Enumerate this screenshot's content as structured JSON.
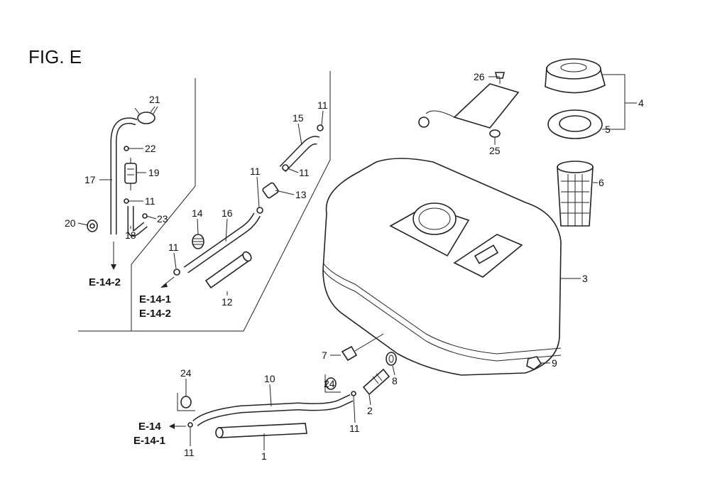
{
  "figure_title": "FIG. E",
  "callouts": {
    "c21": "21",
    "c22": "22",
    "c19": "19",
    "c17": "17",
    "c11a": "11",
    "c23": "23",
    "c20": "20",
    "c18": "18",
    "c11b": "11",
    "c15": "15",
    "c11c": "11",
    "c11d": "11",
    "c13": "13",
    "c14": "14",
    "c16": "16",
    "c11e": "11",
    "c12": "12",
    "c26": "26",
    "c4": "4",
    "c5": "5",
    "c25": "25",
    "c6": "6",
    "c3": "3",
    "c7": "7",
    "c9": "9",
    "c8": "8",
    "c24a": "24",
    "c10": "10",
    "c24b": "24",
    "c2": "2",
    "c11f": "11",
    "c11g": "11",
    "c1": "1"
  },
  "references": {
    "r1": "E-14-2",
    "r2": "E-14-1",
    "r3": "E-14-2",
    "r4": "E-14",
    "r5": "E-14-1"
  }
}
